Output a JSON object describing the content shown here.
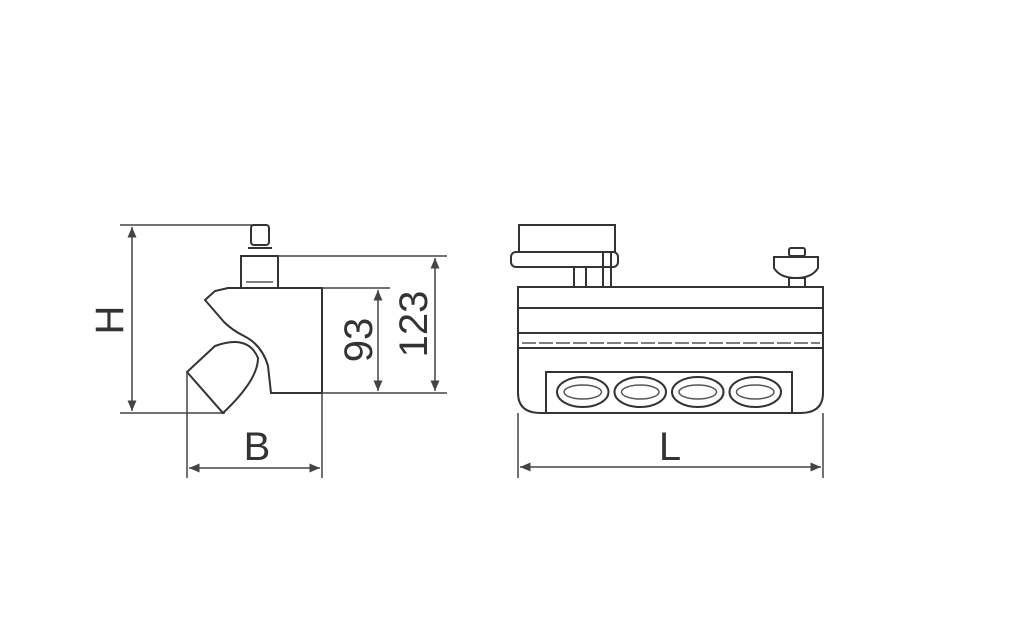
{
  "side_view": {
    "height_label": "H",
    "width_label": "B",
    "dim_body_height": "93",
    "dim_total_height": "123"
  },
  "front_view": {
    "length_label": "L",
    "led_count": 4
  },
  "colors": {
    "line": "#333333",
    "background": "#ffffff"
  }
}
